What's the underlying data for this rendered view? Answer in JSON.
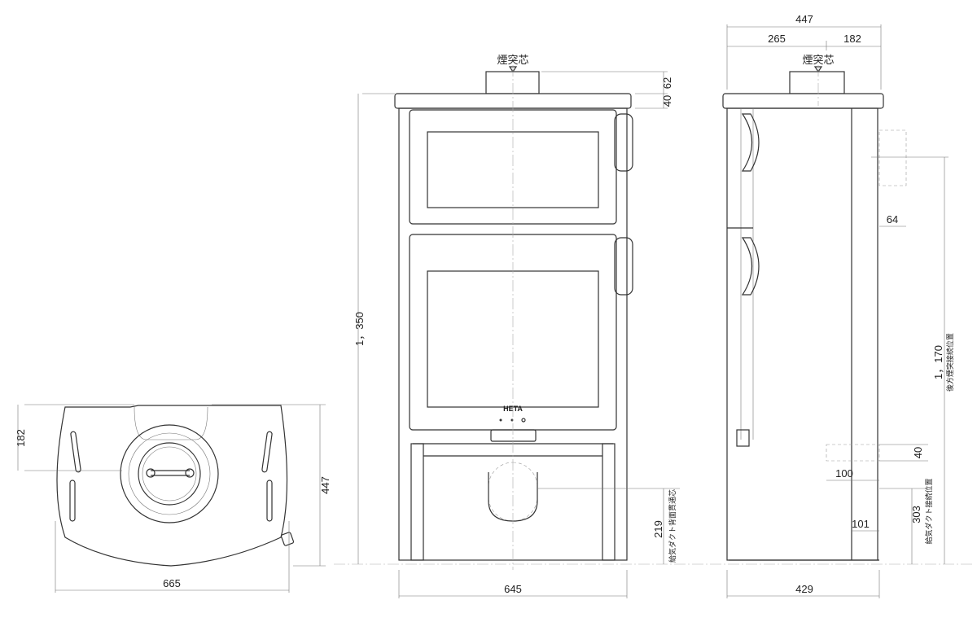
{
  "labels": {
    "flue_center": "煙突芯",
    "air_duct_rear_through_center": "給気ダクト背面貫通芯",
    "rear_flue_connection_position": "後方煙突接続位置",
    "air_duct_connection_position": "給気ダクト接続位置",
    "logo": "HETA"
  },
  "top_view": {
    "depth_front": "182",
    "depth_total": "447",
    "width": "665"
  },
  "front_view": {
    "height": "1，350",
    "flue_height": "62",
    "top_plate": "40",
    "width": "645",
    "air_duct_height": "219"
  },
  "side_view": {
    "depth_total": "447",
    "depth_rear": "265",
    "depth_front": "182",
    "rear_box": "64",
    "rear_flue_height": "1，170",
    "air_duct_box": "40",
    "air_duct_width": "100",
    "air_duct_offset": "101",
    "air_duct_height": "303",
    "base_depth": "429"
  }
}
